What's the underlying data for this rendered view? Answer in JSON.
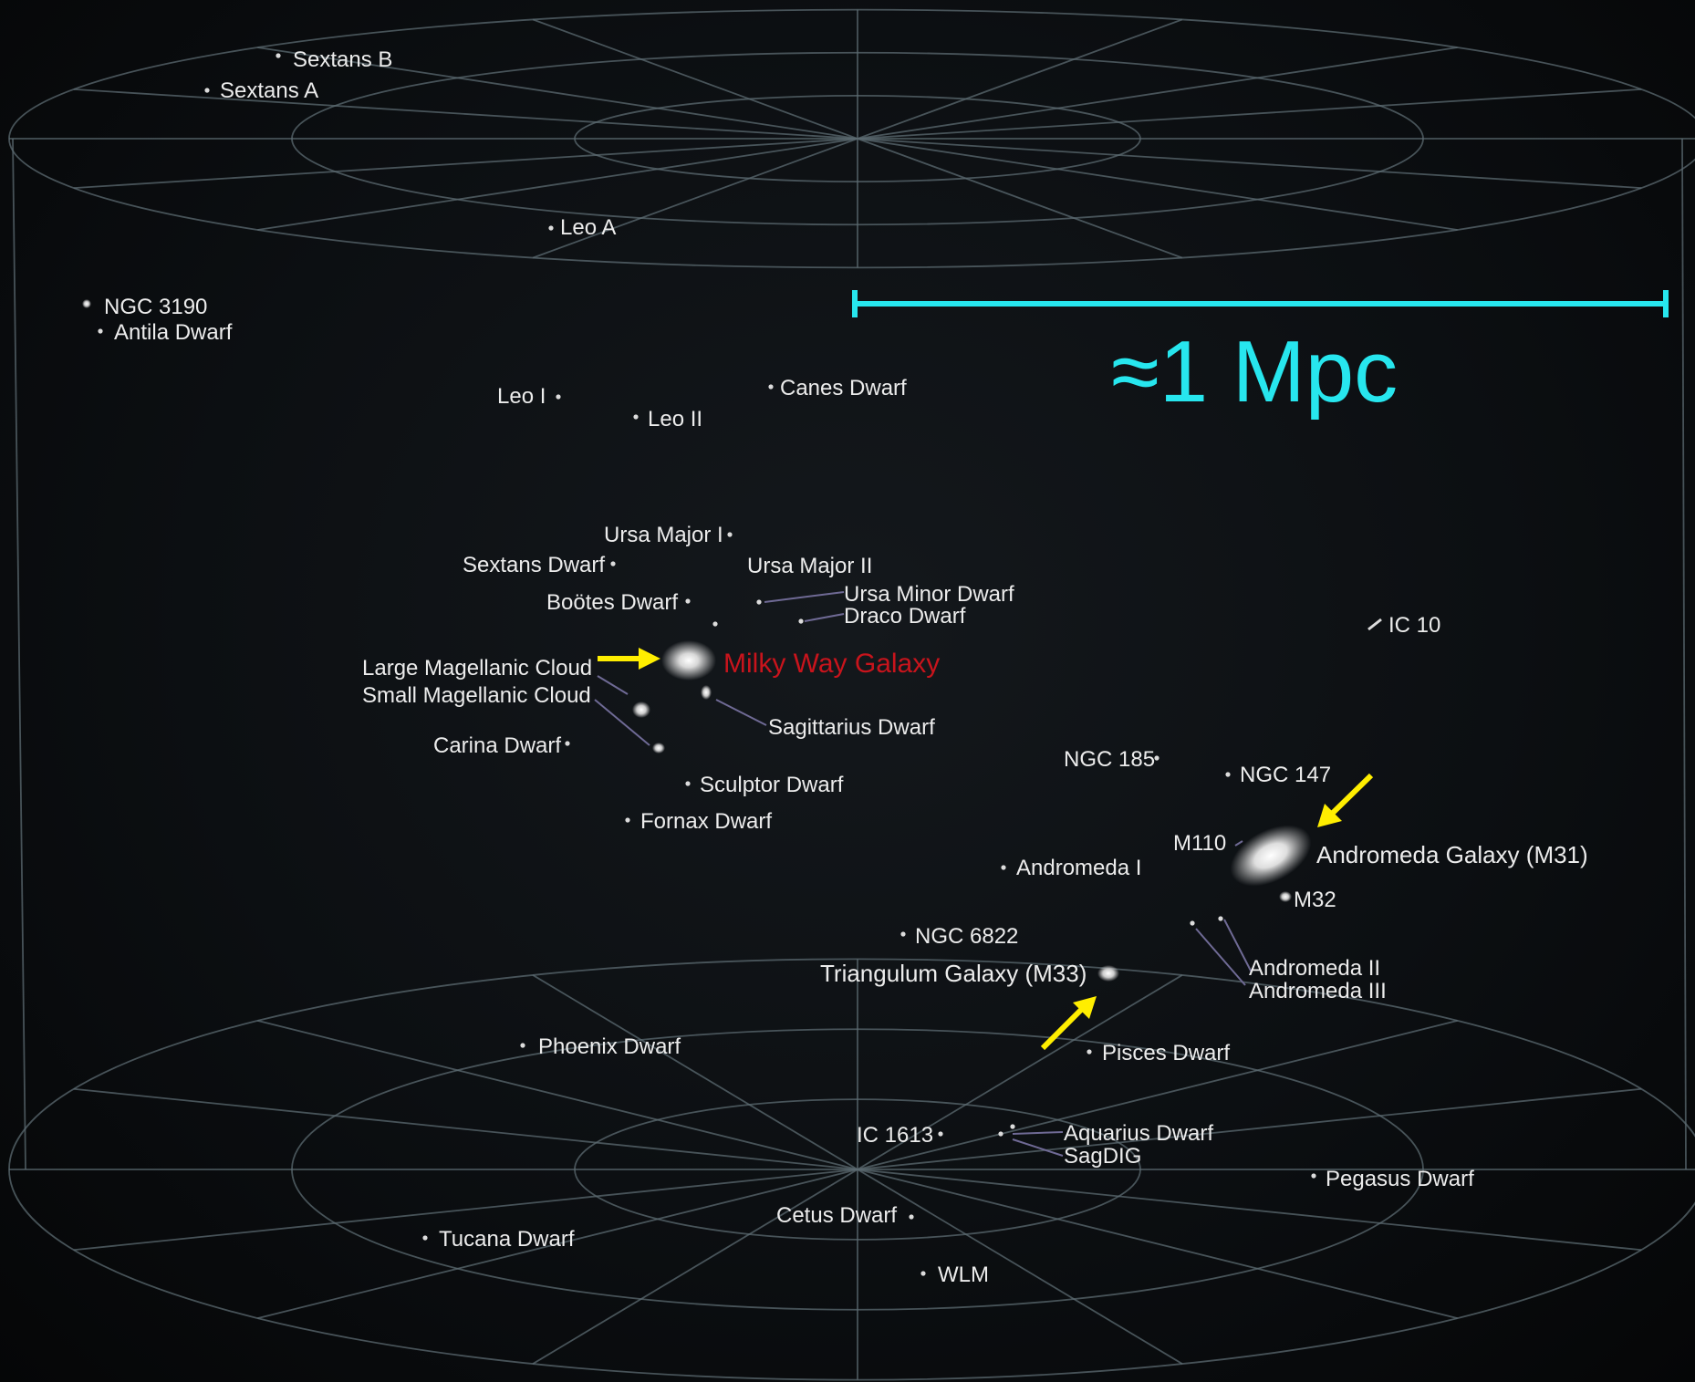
{
  "scale_bar": {
    "label": "≈1 Mpc",
    "color": "#27e6ee"
  },
  "highlight": {
    "arrow_color": "#ffee00",
    "milky_way_color": "#c8141c"
  },
  "galaxies": {
    "sextans_b": "Sextans B",
    "sextans_a": "Sextans A",
    "leo_a": "Leo A",
    "ngc_3190": "NGC 3190",
    "antila_dwarf": "Antila Dwarf",
    "leo_i": "Leo I",
    "leo_ii": "Leo II",
    "canes_dwarf": "Canes Dwarf",
    "ursa_major_i": "Ursa Major I",
    "sextans_dwarf": "Sextans Dwarf",
    "ursa_major_ii": "Ursa Major II",
    "bootes_dwarf": "Boötes Dwarf",
    "ursa_minor_dwarf": "Ursa Minor Dwarf",
    "draco_dwarf": "Draco Dwarf",
    "ic_10": "IC 10",
    "large_magellanic_cloud": "Large Magellanic Cloud",
    "milky_way": "Milky Way Galaxy",
    "small_magellanic_cloud": "Small Magellanic Cloud",
    "sagittarius_dwarf": "Sagittarius Dwarf",
    "carina_dwarf": "Carina Dwarf",
    "ngc_185": "NGC 185",
    "ngc_147": "NGC 147",
    "sculptor_dwarf": "Sculptor Dwarf",
    "fornax_dwarf": "Fornax Dwarf",
    "m110": "M110",
    "andromeda": "Andromeda Galaxy (M31)",
    "andromeda_i": "Andromeda I",
    "m32": "M32",
    "ngc_6822": "NGC 6822",
    "triangulum": "Triangulum Galaxy (M33)",
    "andromeda_ii": "Andromeda II",
    "andromeda_iii": "Andromeda III",
    "phoenix_dwarf": "Phoenix Dwarf",
    "pisces_dwarf": "Pisces Dwarf",
    "ic_1613": "IC 1613",
    "aquarius_dwarf": "Aquarius Dwarf",
    "sagdig": "SagDIG",
    "pegasus_dwarf": "Pegasus Dwarf",
    "cetus_dwarf": "Cetus Dwarf",
    "tucana_dwarf": "Tucana Dwarf",
    "wlm": "WLM"
  }
}
